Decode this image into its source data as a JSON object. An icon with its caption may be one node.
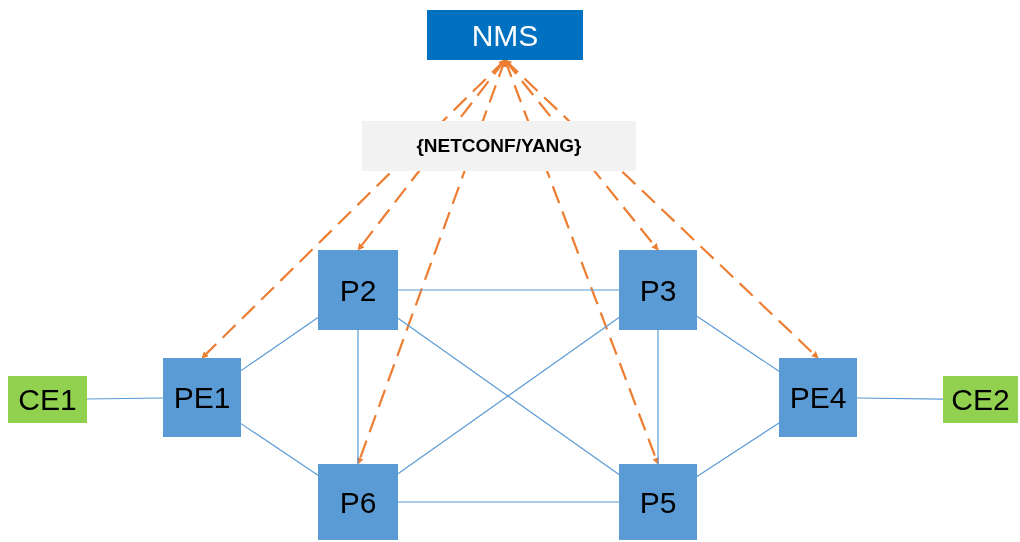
{
  "diagram": {
    "nodes": [
      {
        "text": [
          "NMS"
        ]
      },
      {
        "text": [
          "P2"
        ]
      },
      {
        "text": [
          "P3"
        ]
      },
      {
        "text": [
          "CE1"
        ]
      },
      {
        "text": [
          "PE1"
        ]
      },
      {
        "text": [
          "PE4"
        ]
      },
      {
        "text": [
          "CE2"
        ]
      },
      {
        "text": [
          "P6"
        ]
      },
      {
        "text": [
          "P5"
        ]
      }
    ],
    "edges": [
      {
        "from": 0,
        "to": 4,
        "arrow": "both",
        "style": "dashed",
        "color": "#ed7d31"
      },
      {
        "from": 0,
        "to": 1,
        "arrow": "both",
        "style": "dashed",
        "color": "#ed7d31"
      },
      {
        "from": 0,
        "to": 7,
        "arrow": "both",
        "style": "dashed",
        "color": "#ed7d31"
      },
      {
        "from": 0,
        "to": 8,
        "arrow": "both",
        "style": "dashed",
        "color": "#ed7d31"
      },
      {
        "from": 0,
        "to": 2,
        "arrow": "both",
        "style": "dashed",
        "color": "#ed7d31"
      },
      {
        "from": 0,
        "to": 5,
        "arrow": "both",
        "style": "dashed",
        "color": "#ed7d31"
      },
      {
        "from": 3,
        "to": 4,
        "arrow": "none"
      },
      {
        "from": 4,
        "to": 1,
        "arrow": "none"
      },
      {
        "from": 4,
        "to": 7,
        "arrow": "none"
      },
      {
        "from": 1,
        "to": 2,
        "arrow": "none"
      },
      {
        "from": 1,
        "to": 7,
        "arrow": "none"
      },
      {
        "from": 1,
        "to": 8,
        "arrow": "none"
      },
      {
        "from": 2,
        "to": 7,
        "arrow": "none"
      },
      {
        "from": 2,
        "to": 8,
        "arrow": "none"
      },
      {
        "from": 2,
        "to": 5,
        "arrow": "none"
      },
      {
        "from": 7,
        "to": 8,
        "arrow": "none"
      },
      {
        "from": 8,
        "to": 5,
        "arrow": "none"
      },
      {
        "from": 5,
        "to": 6,
        "arrow": "none"
      }
    ],
    "labels": [
      "{NETCONF/YANG}"
    ]
  }
}
